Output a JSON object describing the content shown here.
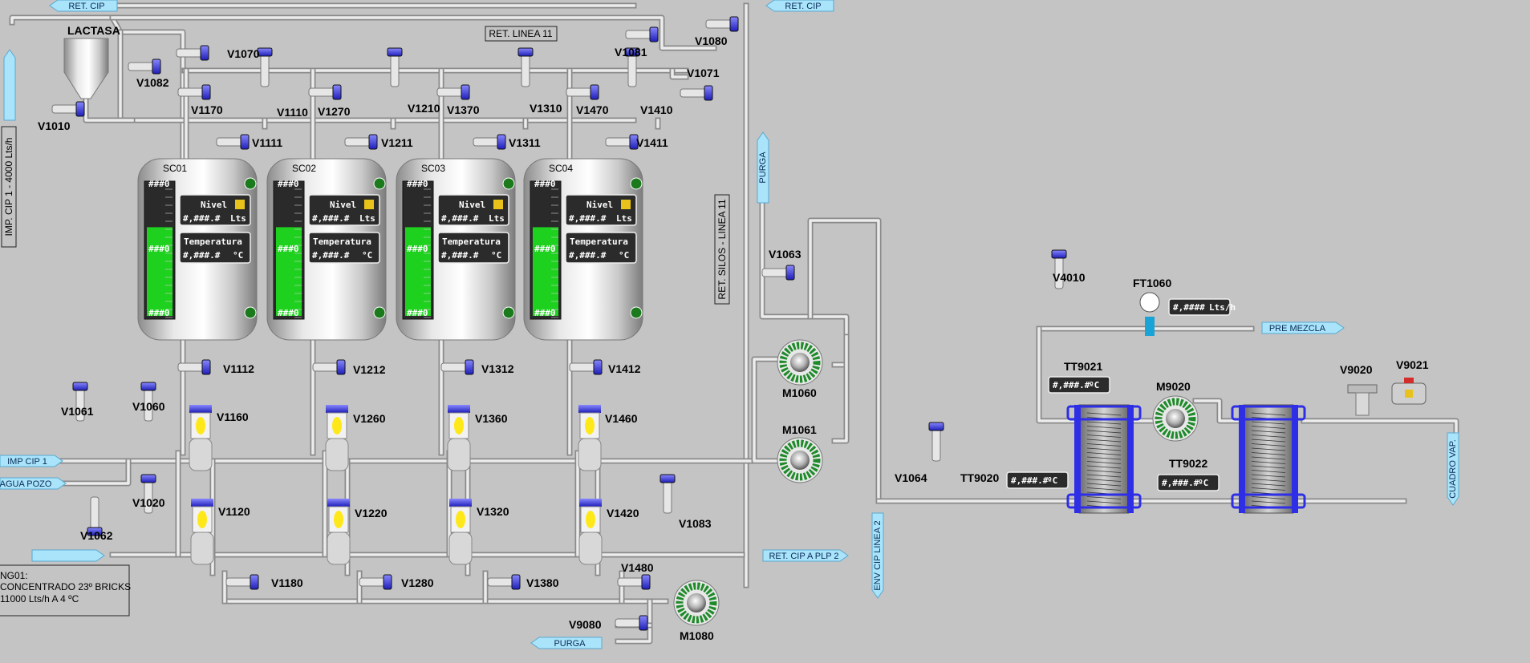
{
  "colors": {
    "background": "#c4c4c4",
    "pipe": "#d9d9d9",
    "tank_level": "#1fd11f",
    "valve_cap": "#3a3ad8",
    "motor_ring": "#1f8a2a",
    "arrow_fill": "#a9e4fb",
    "hx_blue": "#2e2ee6"
  },
  "tanks": [
    {
      "id": "SC01",
      "level_label": "Nivel",
      "level_value": "#,###.#",
      "level_unit": "Lts",
      "temp_label": "Temperatura",
      "temp_value": "#,###.#",
      "temp_unit": "°C",
      "bar_top": "###0",
      "bar_mid": "###0",
      "bar_bottom": "###0",
      "level_fraction": 0.7
    },
    {
      "id": "SC02",
      "level_label": "Nivel",
      "level_value": "#,###.#",
      "level_unit": "Lts",
      "temp_label": "Temperatura",
      "temp_value": "#,###.#",
      "temp_unit": "°C",
      "bar_top": "###0",
      "bar_mid": "###0",
      "bar_bottom": "###0",
      "level_fraction": 0.7
    },
    {
      "id": "SC03",
      "level_label": "Nivel",
      "level_value": "#,###.#",
      "level_unit": "Lts",
      "temp_label": "Temperatura",
      "temp_value": "#,###.#",
      "temp_unit": "°C",
      "bar_top": "###0",
      "bar_mid": "###0",
      "bar_bottom": "###0",
      "level_fraction": 0.7
    },
    {
      "id": "SC04",
      "level_label": "Nivel",
      "level_value": "#,###.#",
      "level_unit": "Lts",
      "temp_label": "Temperatura",
      "temp_value": "#,###.#",
      "temp_unit": "°C",
      "bar_top": "###0",
      "bar_mid": "###0",
      "bar_bottom": "###0",
      "level_fraction": 0.7
    }
  ],
  "hopper_label": "LACTASA",
  "boxed_labels": {
    "ret_linea": "RET. LINEA 11",
    "imp_cip_vertical": "IMP. CIP 1 - 4000 Lts/h",
    "ret_silos_vertical": "RET. SILOS - LINEA 11"
  },
  "arrows": {
    "ret_cip_left": "RET. CIP",
    "ret_cip_right": "RET. CIP",
    "purga_top": "PURGA",
    "pre_mezcla": "PRE MEZCLA",
    "imp_cip_1": "IMP CIP 1",
    "agua_pozo": "AGUA POZO",
    "ret_cip_plp2": "RET. CIP A PLP 2",
    "purga_bottom": "PURGA",
    "env_cip_linea2": "ENV CIP LINEA 2",
    "cuadro_vap": "CUADRO VAP."
  },
  "valves": [
    "V1070",
    "V1082",
    "V1010",
    "V1170",
    "V1110",
    "V1270",
    "V1210",
    "V1370",
    "V1310",
    "V1470",
    "V1410",
    "V1111",
    "V1211",
    "V1311",
    "V1411",
    "V1081",
    "V1080",
    "V1071",
    "V1112",
    "V1212",
    "V1312",
    "V1412",
    "V1061",
    "V1060",
    "V1160",
    "V1260",
    "V1360",
    "V1460",
    "V1062",
    "V1020",
    "V1120",
    "V1220",
    "V1320",
    "V1420",
    "V1083",
    "V1180",
    "V1280",
    "V1380",
    "V1480",
    "V9080",
    "V1063",
    "V1064",
    "V4010",
    "V9020",
    "V9021"
  ],
  "motors": [
    "M1060",
    "M1061",
    "M1080",
    "M9020"
  ],
  "instruments": [
    {
      "tag": "FT1060",
      "value": "#,####",
      "unit": "Lts/h"
    },
    {
      "tag": "TT9021",
      "value": "#,###.#",
      "unit": "ºC"
    },
    {
      "tag": "TT9020",
      "value": "#,###.#",
      "unit": "ºC"
    },
    {
      "tag": "TT9022",
      "value": "#,###.#",
      "unit": "ºC"
    }
  ],
  "note": {
    "line1": "NG01:",
    "line2": "CONCENTRADO 23º BRICKS",
    "line3": "11000 Lts/h A 4 ºC"
  }
}
